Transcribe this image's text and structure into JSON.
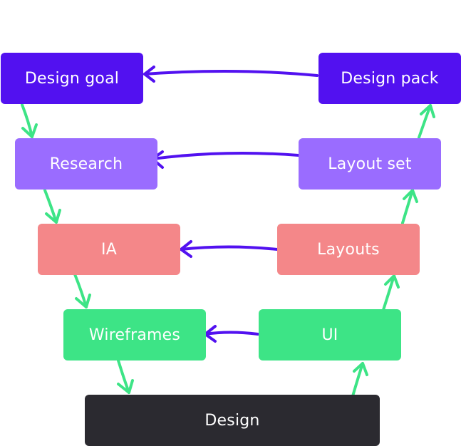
{
  "colors": {
    "level1": "#5211f0",
    "level2": "#9a6cff",
    "level3": "#f48789",
    "level4": "#3de486",
    "level5": "#2b2a30",
    "arrow_green": "#3de486",
    "arrow_purple": "#5211f0",
    "text": "#ffffff"
  },
  "nodes": {
    "design_goal": {
      "label": "Design goal"
    },
    "design_pack": {
      "label": "Design pack"
    },
    "research": {
      "label": "Research"
    },
    "layout_set": {
      "label": "Layout set"
    },
    "ia": {
      "label": "IA"
    },
    "layouts": {
      "label": "Layouts"
    },
    "wireframes": {
      "label": "Wireframes"
    },
    "ui": {
      "label": "UI"
    },
    "design": {
      "label": "Design"
    }
  },
  "edges": [
    {
      "from": "design_goal",
      "to": "research",
      "type": "descend"
    },
    {
      "from": "research",
      "to": "ia",
      "type": "descend"
    },
    {
      "from": "ia",
      "to": "wireframes",
      "type": "descend"
    },
    {
      "from": "wireframes",
      "to": "design",
      "type": "descend"
    },
    {
      "from": "design",
      "to": "ui",
      "type": "ascend"
    },
    {
      "from": "ui",
      "to": "layouts",
      "type": "ascend"
    },
    {
      "from": "layouts",
      "to": "layout_set",
      "type": "ascend"
    },
    {
      "from": "layout_set",
      "to": "design_pack",
      "type": "ascend"
    },
    {
      "from": "design_pack",
      "to": "design_goal",
      "type": "feedback"
    },
    {
      "from": "layout_set",
      "to": "research",
      "type": "feedback"
    },
    {
      "from": "layouts",
      "to": "ia",
      "type": "feedback"
    },
    {
      "from": "ui",
      "to": "wireframes",
      "type": "feedback"
    }
  ]
}
